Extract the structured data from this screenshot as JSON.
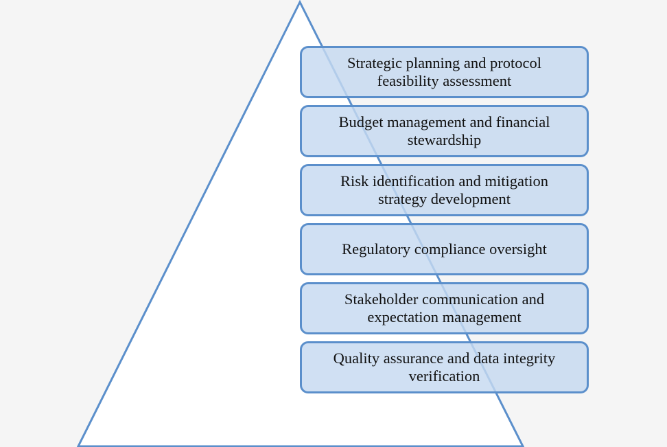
{
  "colors": {
    "background": "#f5f5f5",
    "outline": "#5b8fcb",
    "box_fill": "#c6d9f0",
    "text": "#111111"
  },
  "levels": [
    {
      "label": "Strategic planning and protocol feasibility  assessment"
    },
    {
      "label": "Budget management and financial stewardship"
    },
    {
      "label": "Risk identification  and mitigation strategy development"
    },
    {
      "label": "Regulatory compliance oversight"
    },
    {
      "label": "Stakeholder communication and expectation management"
    },
    {
      "label": "Quality assurance and data integrity verification"
    }
  ]
}
